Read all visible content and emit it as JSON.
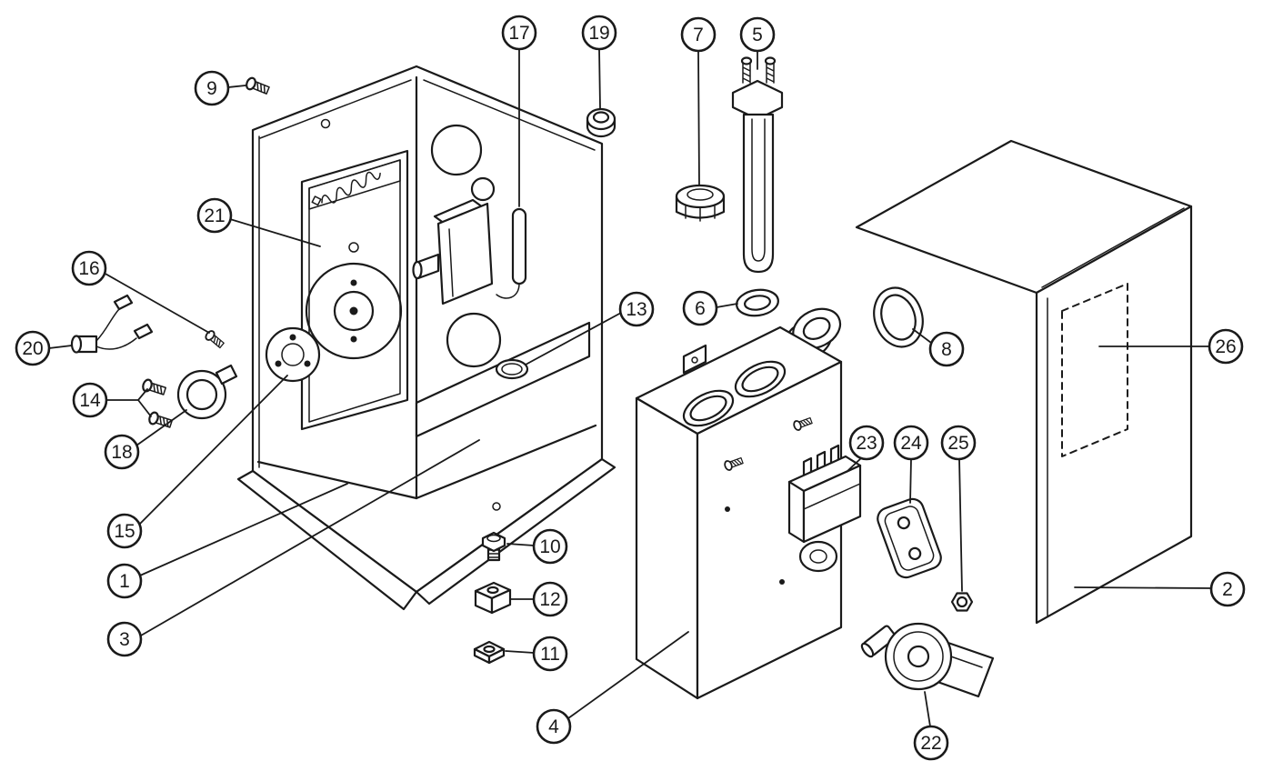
{
  "colors": {
    "line": "#1a1a1a",
    "bg": "#ffffff"
  },
  "diagram": {
    "callouts": [
      {
        "number": "1"
      },
      {
        "number": "2"
      },
      {
        "number": "3"
      },
      {
        "number": "4"
      },
      {
        "number": "5"
      },
      {
        "number": "6"
      },
      {
        "number": "7"
      },
      {
        "number": "8"
      },
      {
        "number": "9"
      },
      {
        "number": "10"
      },
      {
        "number": "11"
      },
      {
        "number": "12"
      },
      {
        "number": "13"
      },
      {
        "number": "14"
      },
      {
        "number": "15"
      },
      {
        "number": "16"
      },
      {
        "number": "17"
      },
      {
        "number": "18"
      },
      {
        "number": "19"
      },
      {
        "number": "20"
      },
      {
        "number": "21"
      },
      {
        "number": "22"
      },
      {
        "number": "23"
      },
      {
        "number": "24"
      },
      {
        "number": "25"
      },
      {
        "number": "26"
      }
    ]
  }
}
